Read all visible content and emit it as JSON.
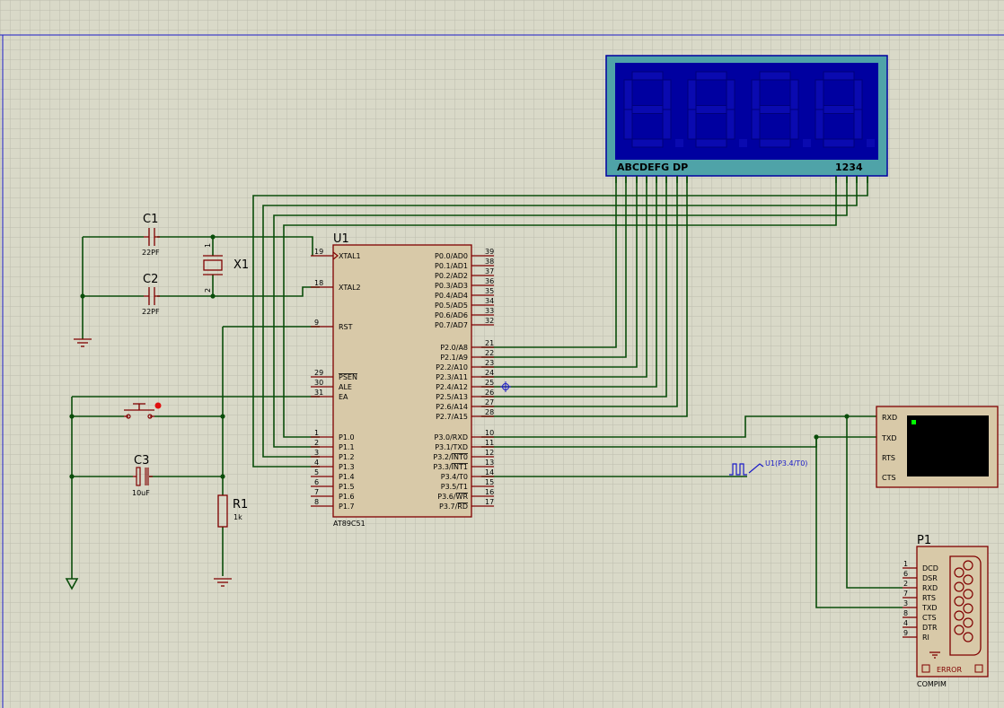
{
  "colors": {
    "grid_bg": "#d9d9c8",
    "grid_line": "#bdbdae",
    "wire": "#0a4d0a",
    "component": "#800000",
    "ic_fill": "#d8c9a8",
    "display_frame": "#4fa3a8",
    "display_bg": "#0000a0",
    "terminal_screen": "#000000",
    "probe": "#1c1cc8"
  },
  "mcu": {
    "ref": "U1",
    "part": "AT89C51",
    "left_pins": [
      {
        "num": "19",
        "name": "XTAL1"
      },
      {
        "num": "18",
        "name": "XTAL2"
      },
      {
        "num": "9",
        "name": "RST"
      },
      {
        "num": "29",
        "name": "PSEN"
      },
      {
        "num": "30",
        "name": "ALE"
      },
      {
        "num": "31",
        "name": "EA"
      },
      {
        "num": "1",
        "name": "P1.0"
      },
      {
        "num": "2",
        "name": "P1.1"
      },
      {
        "num": "3",
        "name": "P1.2"
      },
      {
        "num": "4",
        "name": "P1.3"
      },
      {
        "num": "5",
        "name": "P1.4"
      },
      {
        "num": "6",
        "name": "P1.5"
      },
      {
        "num": "7",
        "name": "P1.6"
      },
      {
        "num": "8",
        "name": "P1.7"
      }
    ],
    "right_pins": [
      {
        "num": "39",
        "name": "P0.0/AD0"
      },
      {
        "num": "38",
        "name": "P0.1/AD1"
      },
      {
        "num": "37",
        "name": "P0.2/AD2"
      },
      {
        "num": "36",
        "name": "P0.3/AD3"
      },
      {
        "num": "35",
        "name": "P0.4/AD4"
      },
      {
        "num": "34",
        "name": "P0.5/AD5"
      },
      {
        "num": "33",
        "name": "P0.6/AD6"
      },
      {
        "num": "32",
        "name": "P0.7/AD7"
      },
      {
        "num": "21",
        "name": "P2.0/A8"
      },
      {
        "num": "22",
        "name": "P2.1/A9"
      },
      {
        "num": "23",
        "name": "P2.2/A10"
      },
      {
        "num": "24",
        "name": "P2.3/A11"
      },
      {
        "num": "25",
        "name": "P2.4/A12"
      },
      {
        "num": "26",
        "name": "P2.5/A13"
      },
      {
        "num": "27",
        "name": "P2.6/A14"
      },
      {
        "num": "28",
        "name": "P2.7/A15"
      },
      {
        "num": "10",
        "name": "P3.0/RXD"
      },
      {
        "num": "11",
        "name": "P3.1/TXD"
      },
      {
        "num": "12",
        "name": "P3.2/INT0"
      },
      {
        "num": "13",
        "name": "P3.3/INT1"
      },
      {
        "num": "14",
        "name": "P3.4/T0"
      },
      {
        "num": "15",
        "name": "P3.5/T1"
      },
      {
        "num": "16",
        "name": "P3.6/WR"
      },
      {
        "num": "17",
        "name": "P3.7/RD"
      }
    ]
  },
  "components": {
    "c1": {
      "ref": "C1",
      "value": "22PF"
    },
    "c2": {
      "ref": "C2",
      "value": "22PF"
    },
    "c3": {
      "ref": "C3",
      "value": "10uF"
    },
    "x1": {
      "ref": "X1",
      "pin1": "1",
      "pin2": "2"
    },
    "r1": {
      "ref": "R1",
      "value": "1k"
    }
  },
  "display": {
    "segment_labels": "ABCDEFG DP",
    "digit_labels": "1234",
    "digits_shown": "8888"
  },
  "terminal": {
    "pins": [
      "RXD",
      "TXD",
      "RTS",
      "CTS"
    ]
  },
  "probe": {
    "label": "U1(P3.4/T0)"
  },
  "compim": {
    "ref": "P1",
    "part": "COMPIM",
    "status": "ERROR",
    "pins": [
      {
        "num": "1",
        "name": "DCD"
      },
      {
        "num": "6",
        "name": "DSR"
      },
      {
        "num": "2",
        "name": "RXD"
      },
      {
        "num": "7",
        "name": "RTS"
      },
      {
        "num": "3",
        "name": "TXD"
      },
      {
        "num": "8",
        "name": "CTS"
      },
      {
        "num": "4",
        "name": "DTR"
      },
      {
        "num": "9",
        "name": "RI"
      }
    ]
  }
}
